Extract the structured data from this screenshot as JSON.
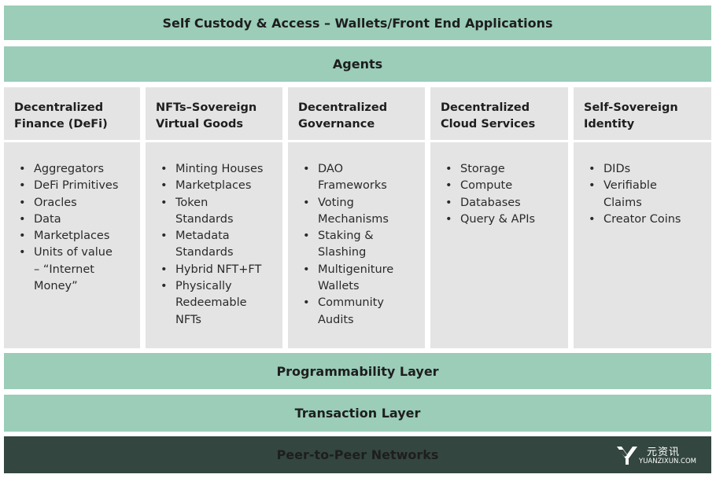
{
  "top_band": "Self Custody & Access – Wallets/Front End Applications",
  "agents_band": "Agents",
  "columns": [
    {
      "heading": [
        "Decentralized",
        "Finance (DeFi)"
      ],
      "items": [
        "Aggregators",
        "DeFi Primitives",
        "Oracles",
        "Data",
        "Marketplaces",
        "Units of value\n– “Internet\nMoney”"
      ]
    },
    {
      "heading": [
        "NFTs–Sovereign",
        "Virtual Goods"
      ],
      "items": [
        "Minting Houses",
        "Marketplaces",
        "Token\nStandards",
        "Metadata\nStandards",
        "Hybrid NFT+FT",
        "Physically\nRedeemable\nNFTs"
      ]
    },
    {
      "heading": [
        "Decentralized",
        "Governance"
      ],
      "items": [
        "DAO\nFrameworks",
        "Voting\nMechanisms",
        "Staking &\nSlashing",
        "Multigeniture\nWallets",
        "Community\nAudits"
      ]
    },
    {
      "heading": [
        "Decentralized",
        "Cloud Services"
      ],
      "items": [
        "Storage",
        "Compute",
        "Databases",
        "Query & APIs"
      ]
    },
    {
      "heading": [
        "Self-Sovereign",
        "Identity"
      ],
      "items": [
        "DIDs",
        "Verifiable\nClaims",
        "Creator Coins"
      ]
    }
  ],
  "bullet": "•",
  "programmability_band": "Programmability Layer",
  "transaction_band": "Transaction Layer",
  "p2p_band": "Peer-to-Peer Networks",
  "watermark": {
    "cn": "元资讯",
    "en": "YUANZIXUN.COM",
    "icon": "yuanzixun-logo-icon"
  }
}
